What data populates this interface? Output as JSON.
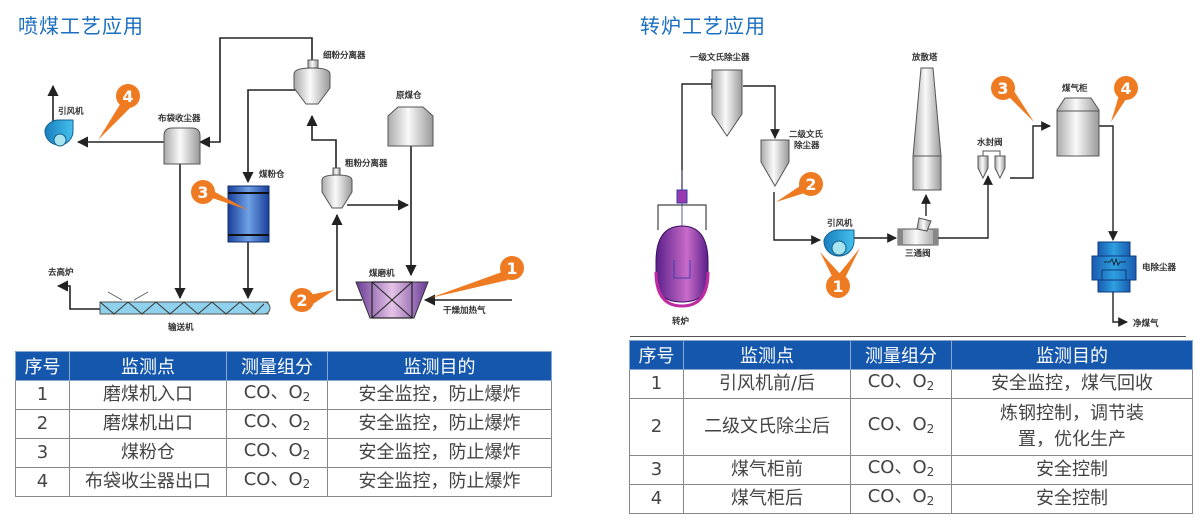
{
  "left": {
    "title": "喷煤工艺应用",
    "diagram": {
      "labels": {
        "fan": "引风机",
        "bag_filter": "布袋收尘器",
        "fine_separator": "细粉分离器",
        "raw_coal_bin": "原煤仓",
        "coarse_separator": "粗粉分离器",
        "coal_powder_bin": "煤粉仓",
        "coal_mill": "煤磨机",
        "to_furnace": "去高炉",
        "conveyor": "输送机",
        "drying_gas": "干燥加热气"
      },
      "badges": [
        "1",
        "2",
        "3",
        "4"
      ]
    },
    "table": {
      "headers": [
        "序号",
        "监测点",
        "测量组分",
        "监测目的"
      ],
      "rows": [
        {
          "no": "1",
          "point": "磨煤机入口",
          "component": "CO、O",
          "component_sub": "2",
          "purpose": "安全监控，防止爆炸"
        },
        {
          "no": "2",
          "point": "磨煤机出口",
          "component": "CO、O",
          "component_sub": "2",
          "purpose": "安全监控，防止爆炸"
        },
        {
          "no": "3",
          "point": "煤粉仓",
          "component": "CO、O",
          "component_sub": "2",
          "purpose": "安全监控，防止爆炸"
        },
        {
          "no": "4",
          "point": "布袋收尘器出口",
          "component": "CO、O",
          "component_sub": "2",
          "purpose": "安全监控，防止爆炸"
        }
      ]
    }
  },
  "right": {
    "title": "转炉工艺应用",
    "diagram": {
      "labels": {
        "venturi1": "一级文氏除尘器",
        "venturi2_line1": "二级文氏",
        "venturi2_line2": "除尘器",
        "flare_stack": "放散塔",
        "water_seal": "水封阀",
        "gas_holder": "煤气柜",
        "fan": "引风机",
        "three_way_valve": "三通阀",
        "converter": "转炉",
        "esp": "电除尘器",
        "clean_gas": "净煤气"
      },
      "badges": [
        "1",
        "2",
        "3",
        "4"
      ]
    },
    "table": {
      "headers": [
        "序号",
        "监测点",
        "测量组分",
        "监测目的"
      ],
      "rows": [
        {
          "no": "1",
          "point": "引风机前/后",
          "component": "CO、O",
          "component_sub": "2",
          "purpose": "安全监控，煤气回收"
        },
        {
          "no": "2",
          "point": "二级文氏除尘后",
          "component": "CO、O",
          "component_sub": "2",
          "purpose_line1": "炼钢控制，调节装",
          "purpose_line2": "置，优化生产"
        },
        {
          "no": "3",
          "point": "煤气柜前",
          "component": "CO、O",
          "component_sub": "2",
          "purpose": "安全控制"
        },
        {
          "no": "4",
          "point": "煤气柜后",
          "component": "CO、O",
          "component_sub": "2",
          "purpose": "安全控制"
        }
      ]
    }
  },
  "colors": {
    "title_blue": "#1a6fc0",
    "header_blue": "#1457ad",
    "badge_orange": "#ee7a22",
    "bin_blue": "#2a66c4",
    "fan_blue": "#2a9fd6",
    "converter_purple": "#8a3aa8"
  }
}
